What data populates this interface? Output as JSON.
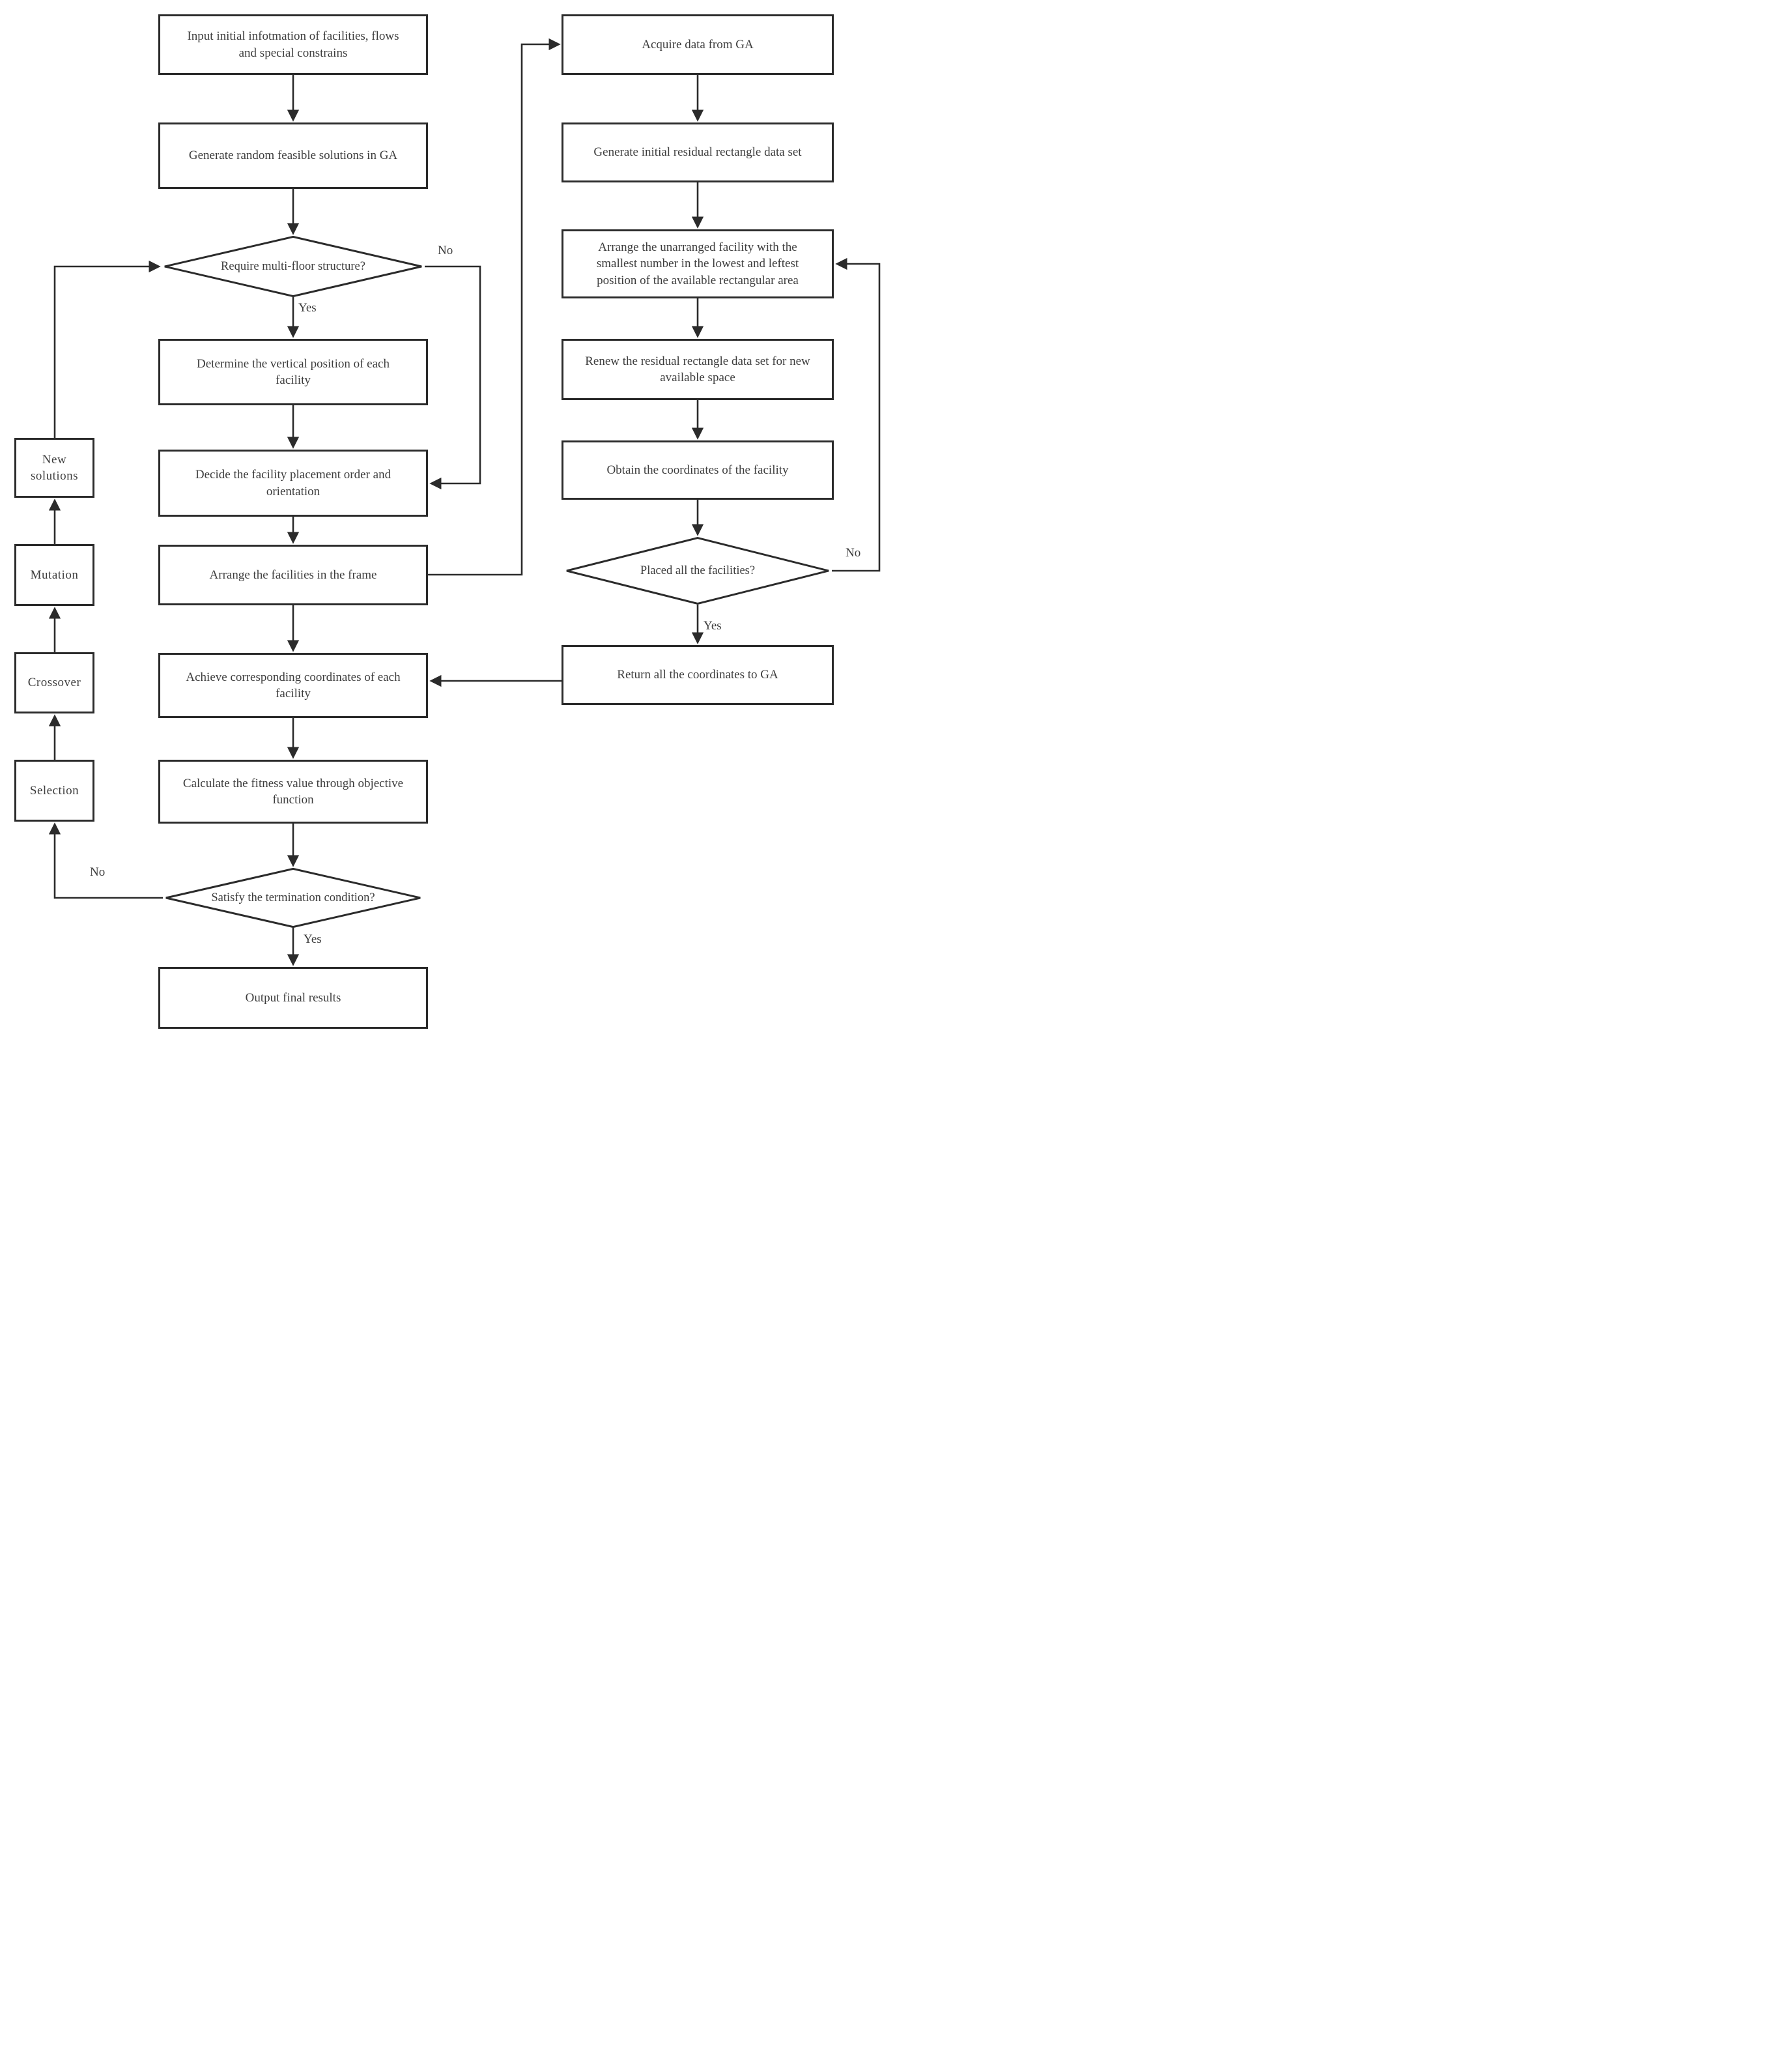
{
  "flowchart": {
    "colors": {
      "background": "#ffffff",
      "line": "#2b2b2b",
      "text": "#3d3d3d"
    },
    "nodes": {
      "input": "Input initial infotmation of facilities, flows and special constrains",
      "generate_random": "Generate random feasible solutions in GA",
      "require_multifloor": "Require multi-floor structure?",
      "determine_vertical": "Determine the vertical position of each facility",
      "decide_order": "Decide the facility placement order and orientation",
      "arrange_frame": "Arrange the facilities in the frame",
      "achieve_coordinates": "Achieve corresponding coordinates of each facility",
      "calculate_fitness": "Calculate the fitness value through objective function",
      "satisfy_termination": "Satisfy the termination condition?",
      "output_final": "Output final results",
      "new_solutions": "New solutions",
      "mutation": "Mutation",
      "crossover": "Crossover",
      "selection": "Selection",
      "acquire_data": "Acquire data from GA",
      "generate_residual": "Generate initial residual rectangle data set",
      "arrange_unarranged": "Arrange the unarranged facility with the smallest number in the lowest and leftest position of the available rectangular area",
      "renew_residual": "Renew the residual rectangle data set for new available space",
      "obtain_coordinates": "Obtain the coordinates of the facility",
      "placed_all": "Placed all the facilities?",
      "return_coordinates": "Return all the coordinates to GA"
    },
    "edge_labels": {
      "multifloor_no": "No",
      "multifloor_yes": "Yes",
      "termination_no": "No",
      "termination_yes": "Yes",
      "placed_no": "No",
      "placed_yes": "Yes"
    }
  }
}
